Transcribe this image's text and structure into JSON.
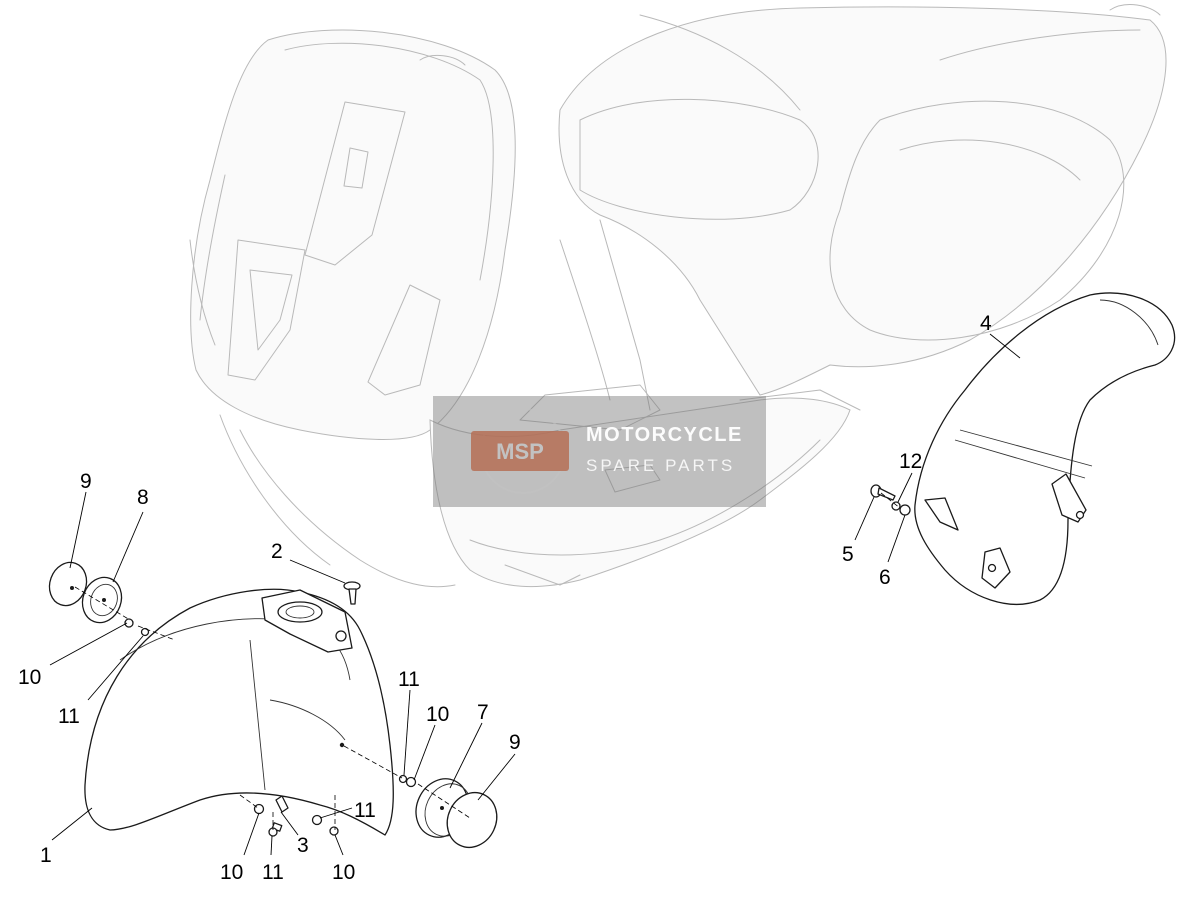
{
  "diagram": {
    "callouts": [
      {
        "id": "label-9-left",
        "text": "9"
      },
      {
        "id": "label-8",
        "text": "8"
      },
      {
        "id": "label-2",
        "text": "2"
      },
      {
        "id": "label-10-left",
        "text": "10"
      },
      {
        "id": "label-11-left",
        "text": "11"
      },
      {
        "id": "label-1",
        "text": "1"
      },
      {
        "id": "label-11-right",
        "text": "11"
      },
      {
        "id": "label-10-right",
        "text": "10"
      },
      {
        "id": "label-7",
        "text": "7"
      },
      {
        "id": "label-9-right",
        "text": "9"
      },
      {
        "id": "label-11-bottom-right",
        "text": "11"
      },
      {
        "id": "label-3",
        "text": "3"
      },
      {
        "id": "label-10-bottom-left",
        "text": "10"
      },
      {
        "id": "label-11-bottom",
        "text": "11"
      },
      {
        "id": "label-10-bottom-right",
        "text": "10"
      },
      {
        "id": "label-4",
        "text": "4"
      },
      {
        "id": "label-12",
        "text": "12"
      },
      {
        "id": "label-5",
        "text": "5"
      },
      {
        "id": "label-6",
        "text": "6"
      }
    ]
  },
  "watermark": {
    "badge": "MSP",
    "line1": "MOTORCYCLE",
    "line2": "SPARE PARTS",
    "badge_color": "#e8673a"
  }
}
